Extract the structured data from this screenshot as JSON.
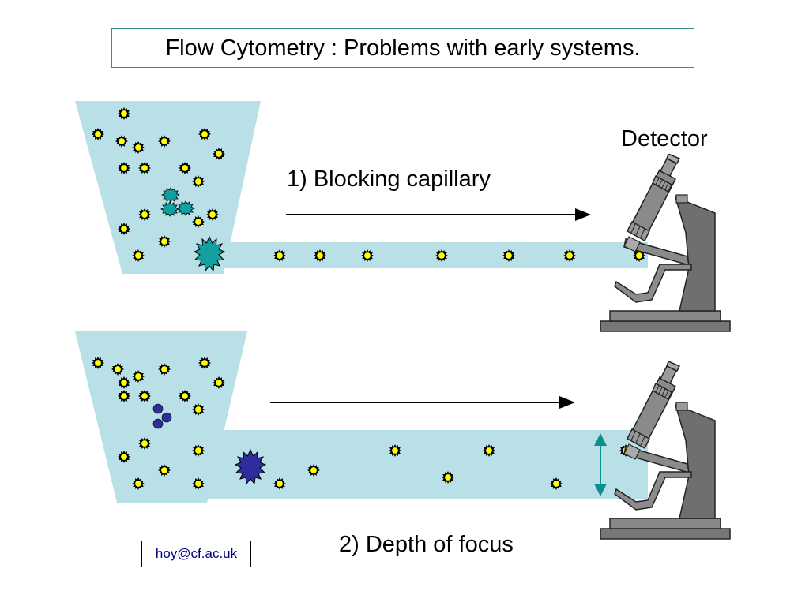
{
  "title": "Flow Cytometry :  Problems with early systems.",
  "detector_label": "Detector",
  "problem1_label": "1) Blocking capillary",
  "problem2_label": "2) Depth of focus",
  "contact_email": "hoy@cf.ac.uk",
  "colors": {
    "fluid": "#b8e0e6",
    "cell": "#ffff00",
    "clump_teal": "#13a0a0",
    "clump_blue": "#2e2e9a",
    "microscope": "#7a7a7a",
    "border": "#3f8f8f"
  },
  "icons": [
    "microscope-icon",
    "arrow-right-icon",
    "double-headed-arrow-icon"
  ]
}
